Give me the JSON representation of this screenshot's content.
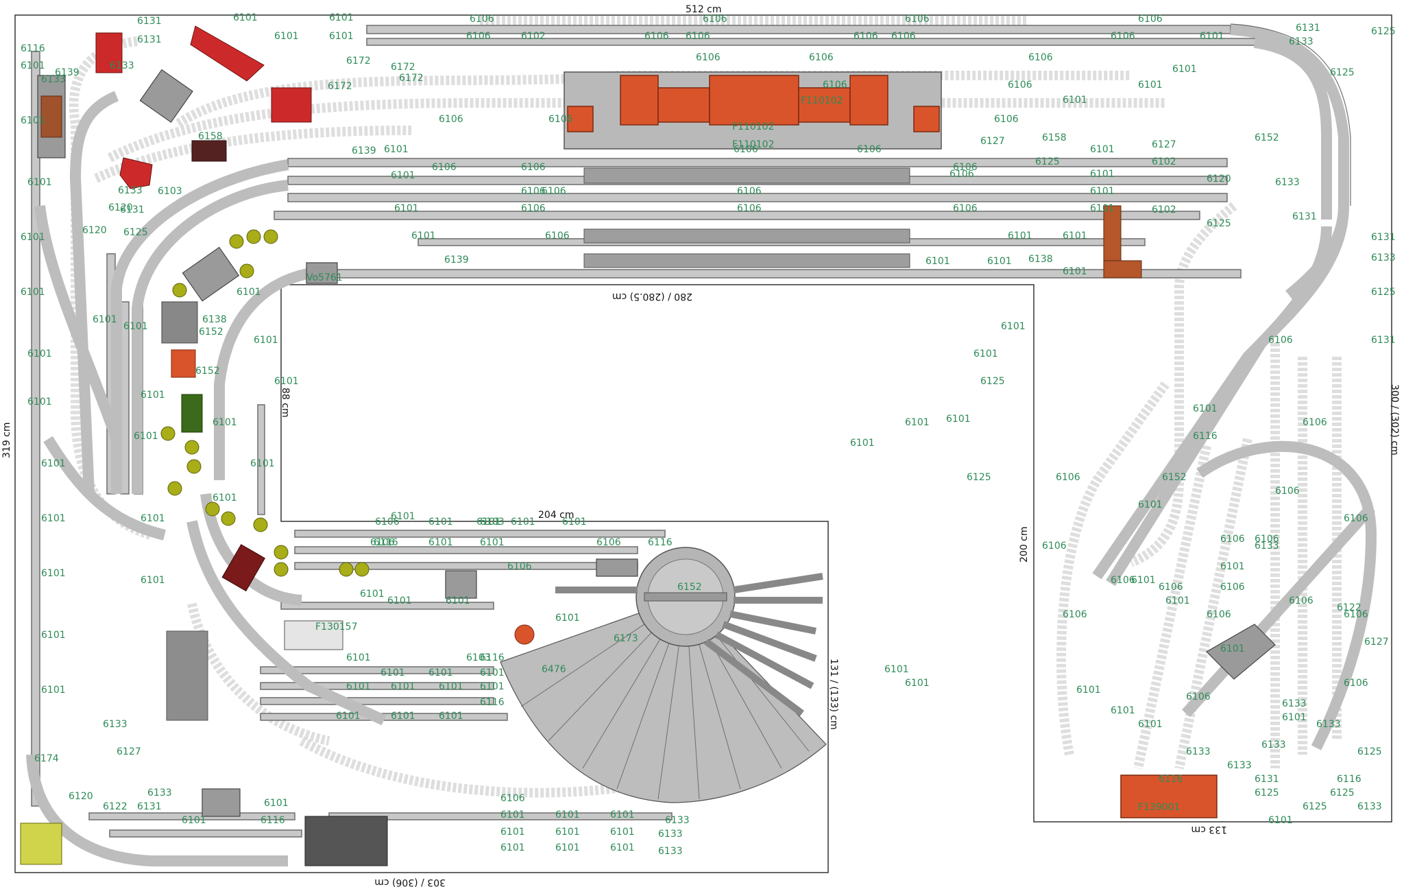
{
  "dimensions": {
    "top_width": "512 cm",
    "left_height": "319 cm",
    "right_height": "300 / (302) cm",
    "inner_top": "280 / (280.5) cm",
    "inner_left": "88 cm",
    "lower_width": "204 cm",
    "lower_right": "131 / (133) cm",
    "bottom_width": "303 / (306) cm",
    "right_inner": "200 cm",
    "right_bottom": "133 cm"
  },
  "buildings": {
    "station_top_1": "F110102",
    "station_top_2": "F110102",
    "station_top_3": "F110102",
    "loco_shed_small": "Vo5761",
    "turntable": "6152",
    "factory": "F139001",
    "depot": "F130157"
  },
  "track_codes": [
    "6101",
    "6102",
    "6103",
    "6106",
    "6116",
    "6120",
    "6122",
    "6125",
    "6127",
    "6131",
    "6133",
    "6138",
    "6139",
    "6152",
    "6158",
    "6172",
    "6173",
    "6174",
    "6476"
  ],
  "colors": {
    "track_fill": "#c8c8c8",
    "track_edge": "#6e6e6e",
    "label_green": "#2e8b57",
    "roof": "#d9542b",
    "red_house": "#cc2a2a"
  }
}
